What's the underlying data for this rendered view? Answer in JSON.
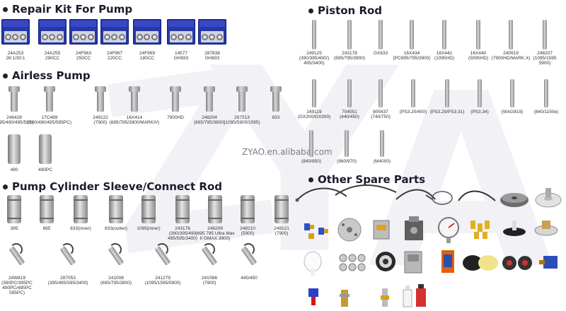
{
  "sections": {
    "repair_kit": "Repair Kit For Pump",
    "piston_rod": "Piston Rod",
    "airless_pump": "Airless Pump",
    "cylinder": "Pump Cylinder Sleeve/Connect Rod",
    "other": "Other Spare Parts"
  },
  "watermark": {
    "url": "ZYAO.en.alibaba.com"
  },
  "repair_kits": [
    {
      "code": "24A253",
      "sub": "28:1/30:1"
    },
    {
      "code": "24A255",
      "sub": "290CC"
    },
    {
      "code": "24F963",
      "sub": "250CC"
    },
    {
      "code": "24F967",
      "sub": "220CC"
    },
    {
      "code": "24F969",
      "sub": "180CC"
    },
    {
      "code": "14577",
      "sub": "GH933"
    },
    {
      "code": "287838",
      "sub": "GH833"
    }
  ],
  "piston_rods_row1": [
    {
      "code": "249125",
      "sub": "(390/395/490/)",
      "sub2": "495/3400)"
    },
    {
      "code": "243178",
      "sub": "(695/795/3900)",
      "sub2": ""
    },
    {
      "code": "GX833",
      "sub": "",
      "sub2": ""
    },
    {
      "code": "16X434",
      "sub": "(PC695/795/3900)",
      "sub2": ""
    },
    {
      "code": "16X441",
      "sub": "(1095HD)",
      "sub2": ""
    },
    {
      "code": "16X440",
      "sub": "(5095HD)",
      "sub2": ""
    },
    {
      "code": "240919",
      "sub": "(7900HD/MARK.X)",
      "sub2": ""
    },
    {
      "code": "248207",
      "sub": "(1095/1595",
      "sub2": "5900)"
    }
  ],
  "piston_rods_row2": [
    {
      "code": "249119",
      "sub": "(GX200/GX300)"
    },
    {
      "code": "704551",
      "sub": "(440/450)"
    },
    {
      "code": "805437",
      "sub": "(740/750)"
    },
    {
      "code": "(PS3.20/400)",
      "sub": ""
    },
    {
      "code": "(PS3.29/PS3.31)",
      "sub": ""
    },
    {
      "code": "(PS3.34)",
      "sub": ""
    },
    {
      "code": "(WAG819)",
      "sub": ""
    },
    {
      "code": "(840/1150e)",
      "sub": ""
    }
  ],
  "piston_rods_row3": [
    {
      "code": "(840/950)"
    },
    {
      "code": "(960/970)"
    },
    {
      "code": "(M4000)"
    }
  ],
  "airless_pumps_row1": [
    {
      "code": "246428",
      "sub": "(395/490/495/595)"
    },
    {
      "code": "17C489",
      "sub": "(390/490/495/595PC)"
    },
    {
      "code": "249122",
      "sub": "(7900)"
    },
    {
      "code": "16X414",
      "sub": "(695/795/3900/MARKIV)"
    },
    {
      "code": "7900HD",
      "sub": ""
    },
    {
      "code": "248204",
      "sub": "(695/795/3900)"
    },
    {
      "code": "287513",
      "sub": "(1095/5900/1595)"
    },
    {
      "code": "833",
      "sub": ""
    }
  ],
  "airless_pumps_row2": [
    {
      "code": "490"
    },
    {
      "code": "490PC"
    }
  ],
  "cylinders": [
    {
      "code": "395",
      "sub": "",
      "sub2": ""
    },
    {
      "code": "695",
      "sub": "",
      "sub2": ""
    },
    {
      "code": "833(inner)",
      "sub": "",
      "sub2": ""
    },
    {
      "code": "833(outter)",
      "sub": "",
      "sub2": ""
    },
    {
      "code": "1095(inner)",
      "sub": "",
      "sub2": ""
    },
    {
      "code": "243176",
      "sub": "(390/395/490",
      "sub2": "495/595/3400)"
    },
    {
      "code": "248209",
      "sub": "(695 795 Ultra Max",
      "sub2": "II GMAX 3900)"
    },
    {
      "code": "248210",
      "sub": "(5900)",
      "sub2": ""
    },
    {
      "code": "249121",
      "sub": "(7900)",
      "sub2": ""
    }
  ],
  "connect_rods": [
    {
      "code": "24W619",
      "sub": "(390PC/395PC",
      "sub2": "490PC/495PC",
      "sub3": "595PC)"
    },
    {
      "code": "287053",
      "sub": "(395/495/595/3400)",
      "sub2": "",
      "sub3": ""
    },
    {
      "code": "241008",
      "sub": "(695/795/3900)",
      "sub2": "",
      "sub3": ""
    },
    {
      "code": "241279",
      "sub": "(1095/1595/5900)",
      "sub2": "",
      "sub3": ""
    },
    {
      "code": "24V086",
      "sub": "(7900)",
      "sub2": "",
      "sub3": ""
    },
    {
      "code": "440/450",
      "sub": "",
      "sub2": "",
      "sub3": ""
    }
  ]
}
